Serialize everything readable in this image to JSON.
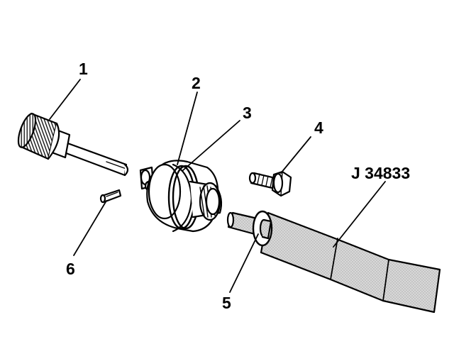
{
  "diagram": {
    "callouts": {
      "part_1": "1",
      "part_2": "2",
      "part_3": "3",
      "part_4": "4",
      "part_5": "5",
      "part_6": "6",
      "tool": "J 34833"
    }
  }
}
